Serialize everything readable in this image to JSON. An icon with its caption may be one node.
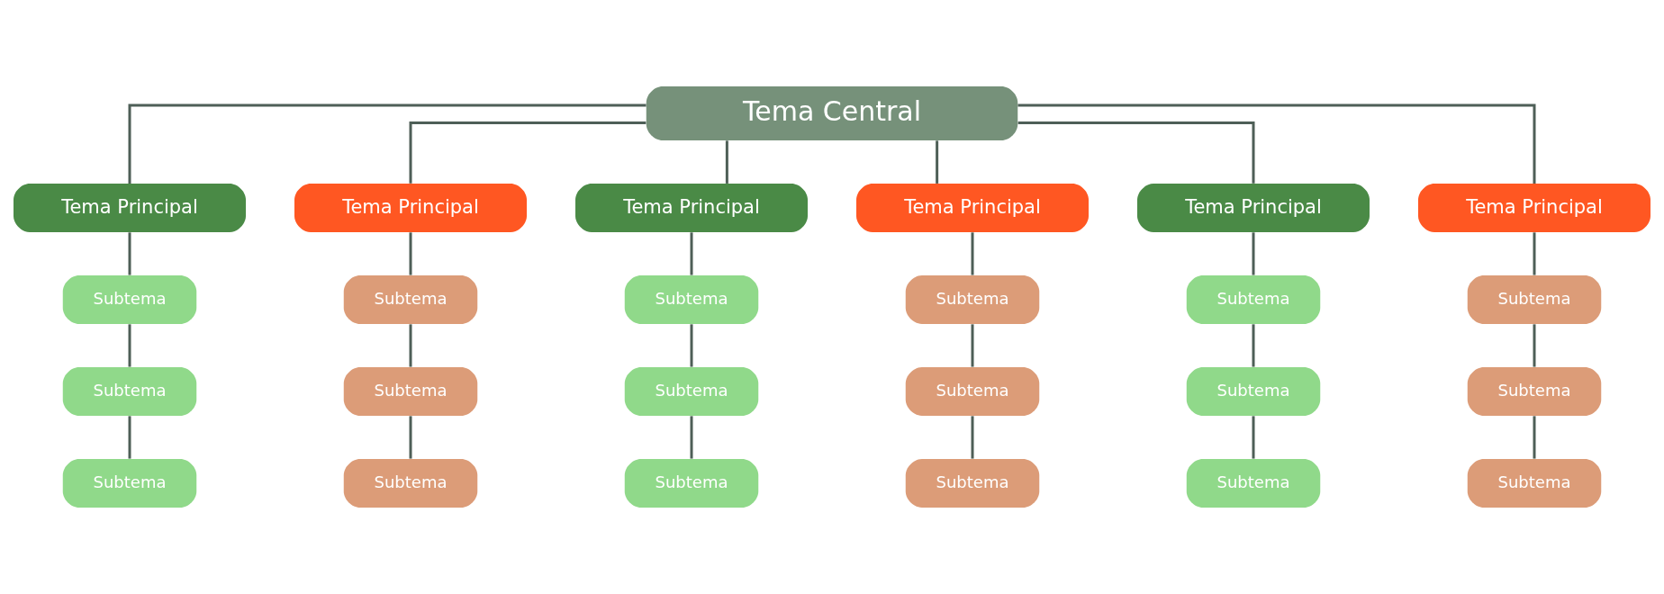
{
  "diagram": {
    "nodes": [
      {
        "text": [
          "Tema Central"
        ]
      },
      {
        "text": [
          "Tema Principal"
        ]
      },
      {
        "text": [
          "Tema Principal"
        ]
      },
      {
        "text": [
          "Tema Principal"
        ]
      },
      {
        "text": [
          "Tema Principal"
        ]
      },
      {
        "text": [
          "Tema Principal"
        ]
      },
      {
        "text": [
          "Tema Principal"
        ]
      },
      {
        "text": [
          "Subtema"
        ]
      },
      {
        "text": [
          "Subtema"
        ]
      },
      {
        "text": [
          "Subtema"
        ]
      },
      {
        "text": [
          "Subtema"
        ]
      },
      {
        "text": [
          "Subtema"
        ]
      },
      {
        "text": [
          "Subtema"
        ]
      },
      {
        "text": [
          "Subtema"
        ]
      },
      {
        "text": [
          "Subtema"
        ]
      },
      {
        "text": [
          "Subtema"
        ]
      },
      {
        "text": [
          "Subtema"
        ]
      },
      {
        "text": [
          "Subtema"
        ]
      },
      {
        "text": [
          "Subtema"
        ]
      },
      {
        "text": [
          "Subtema"
        ]
      },
      {
        "text": [
          "Subtema"
        ]
      },
      {
        "text": [
          "Subtema"
        ]
      },
      {
        "text": [
          "Subtema"
        ]
      },
      {
        "text": [
          "Subtema"
        ]
      },
      {
        "text": [
          "Subtema"
        ]
      }
    ],
    "edges": [
      {
        "from": 0,
        "to": 1,
        "arrow": "none"
      },
      {
        "from": 0,
        "to": 2,
        "arrow": "none"
      },
      {
        "from": 0,
        "to": 3,
        "arrow": "none"
      },
      {
        "from": 0,
        "to": 4,
        "arrow": "none"
      },
      {
        "from": 0,
        "to": 5,
        "arrow": "none"
      },
      {
        "from": 0,
        "to": 6,
        "arrow": "none"
      },
      {
        "from": 1,
        "to": 7,
        "arrow": "none"
      },
      {
        "from": 7,
        "to": 13,
        "arrow": "none"
      },
      {
        "from": 13,
        "to": 19,
        "arrow": "none"
      },
      {
        "from": 2,
        "to": 8,
        "arrow": "none"
      },
      {
        "from": 8,
        "to": 14,
        "arrow": "none"
      },
      {
        "from": 14,
        "to": 20,
        "arrow": "none"
      },
      {
        "from": 3,
        "to": 9,
        "arrow": "none"
      },
      {
        "from": 9,
        "to": 15,
        "arrow": "none"
      },
      {
        "from": 15,
        "to": 21,
        "arrow": "none"
      },
      {
        "from": 4,
        "to": 10,
        "arrow": "none"
      },
      {
        "from": 10,
        "to": 16,
        "arrow": "none"
      },
      {
        "from": 16,
        "to": 22,
        "arrow": "none"
      },
      {
        "from": 5,
        "to": 11,
        "arrow": "none"
      },
      {
        "from": 11,
        "to": 17,
        "arrow": "none"
      },
      {
        "from": 17,
        "to": 23,
        "arrow": "none"
      },
      {
        "from": 6,
        "to": 12,
        "arrow": "none"
      },
      {
        "from": 12,
        "to": 18,
        "arrow": "none"
      },
      {
        "from": 18,
        "to": 24,
        "arrow": "none"
      }
    ]
  }
}
